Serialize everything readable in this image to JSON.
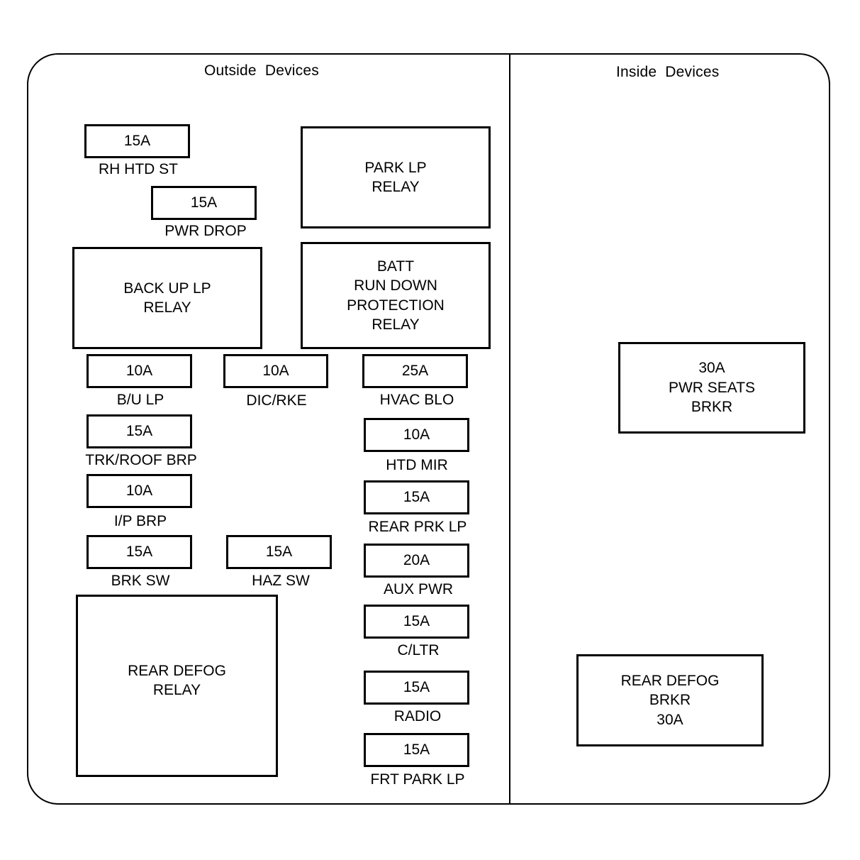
{
  "panels": {
    "outside_title": "Outside  Devices",
    "inside_title": "Inside  Devices"
  },
  "fuses": [
    {
      "id": "rh-htd-st",
      "rating": "15A",
      "label": "RH HTD ST"
    },
    {
      "id": "pwr-drop",
      "rating": "15A",
      "label": "PWR DROP"
    },
    {
      "id": "bu-lp",
      "rating": "10A",
      "label": "B/U LP"
    },
    {
      "id": "dic-rke",
      "rating": "10A",
      "label": "DIC/RKE"
    },
    {
      "id": "hvac-blo",
      "rating": "25A",
      "label": "HVAC BLO"
    },
    {
      "id": "trk-roof-brp",
      "rating": "15A",
      "label": "TRK/ROOF BRP"
    },
    {
      "id": "htd-mir",
      "rating": "10A",
      "label": "HTD MIR"
    },
    {
      "id": "ip-brp",
      "rating": "10A",
      "label": "I/P BRP"
    },
    {
      "id": "rear-prk-lp",
      "rating": "15A",
      "label": "REAR PRK LP"
    },
    {
      "id": "brk-sw",
      "rating": "15A",
      "label": "BRK SW"
    },
    {
      "id": "haz-sw",
      "rating": "15A",
      "label": "HAZ SW"
    },
    {
      "id": "aux-pwr",
      "rating": "20A",
      "label": "AUX PWR"
    },
    {
      "id": "c-ltr",
      "rating": "15A",
      "label": "C/LTR"
    },
    {
      "id": "radio",
      "rating": "15A",
      "label": "RADIO"
    },
    {
      "id": "frt-park-lp",
      "rating": "15A",
      "label": "FRT PARK LP"
    }
  ],
  "relays": [
    {
      "id": "park-lp-relay",
      "lines": [
        "PARK LP",
        "RELAY"
      ]
    },
    {
      "id": "back-up-lp-relay",
      "lines": [
        "BACK UP LP",
        "RELAY"
      ]
    },
    {
      "id": "batt-run-down-relay",
      "lines": [
        "BATT",
        "RUN DOWN",
        "PROTECTION",
        "RELAY"
      ]
    },
    {
      "id": "rear-defog-relay",
      "lines": [
        "REAR DEFOG",
        "RELAY"
      ]
    },
    {
      "id": "pwr-seats-brkr",
      "lines": [
        "30A",
        "PWR SEATS",
        "BRKR"
      ]
    },
    {
      "id": "rear-defog-brkr",
      "lines": [
        "REAR DEFOG",
        "BRKR",
        "30A"
      ]
    }
  ]
}
